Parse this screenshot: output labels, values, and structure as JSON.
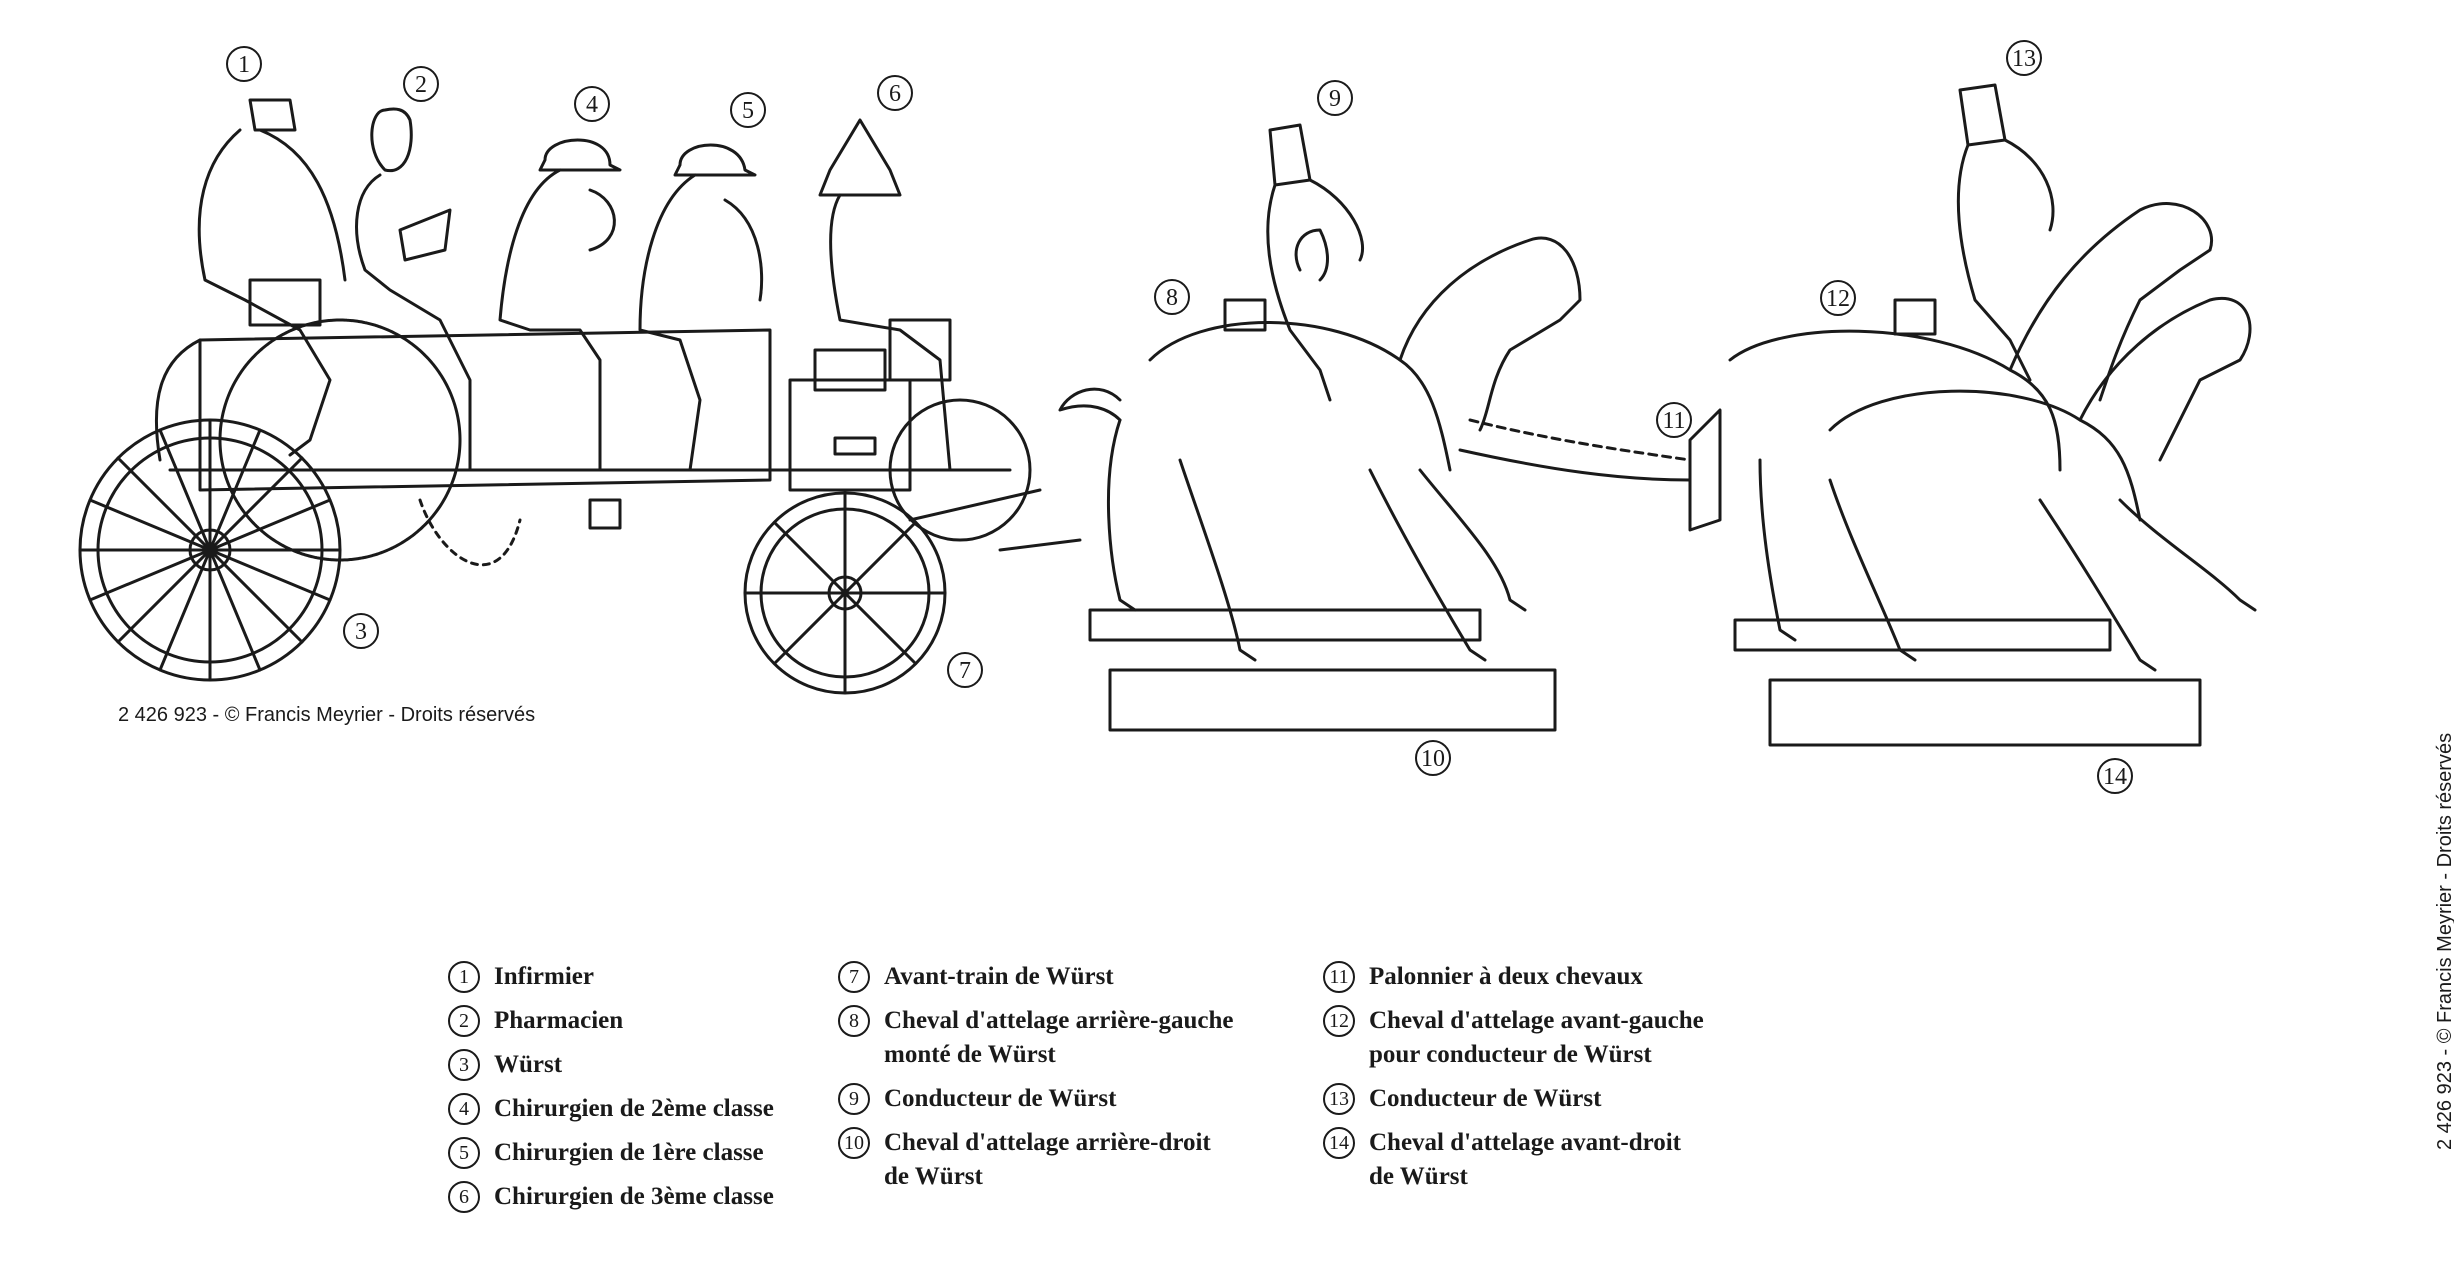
{
  "copyright": {
    "bottom": "2 426 923 - © Francis Meyrier - Droits réservés",
    "side": "2 426 923 - © Francis Meyrier - Droits réservés"
  },
  "callouts": [
    "1",
    "2",
    "3",
    "4",
    "5",
    "6",
    "7",
    "8",
    "9",
    "10",
    "11",
    "12",
    "13",
    "14"
  ],
  "legend": [
    [
      {
        "num": "1",
        "label": "Infirmier"
      },
      {
        "num": "2",
        "label": "Pharmacien"
      },
      {
        "num": "3",
        "label": "Würst"
      },
      {
        "num": "4",
        "label": "Chirurgien de 2ème classe"
      },
      {
        "num": "5",
        "label": "Chirurgien de 1ère classe"
      },
      {
        "num": "6",
        "label": "Chirurgien de 3ème classe"
      }
    ],
    [
      {
        "num": "7",
        "label": "Avant-train de Würst"
      },
      {
        "num": "8",
        "label": "Cheval d'attelage arrière-gauche\nmonté de Würst"
      },
      {
        "num": "9",
        "label": "Conducteur de Würst"
      },
      {
        "num": "10",
        "label": "Cheval d'attelage arrière-droit\nde Würst"
      }
    ],
    [
      {
        "num": "11",
        "label": "Palonnier à deux chevaux"
      },
      {
        "num": "12",
        "label": "Cheval d'attelage avant-gauche\npour conducteur de Würst"
      },
      {
        "num": "13",
        "label": "Conducteur de Würst"
      },
      {
        "num": "14",
        "label": "Cheval d'attelage avant-droit\nde Würst"
      }
    ]
  ]
}
